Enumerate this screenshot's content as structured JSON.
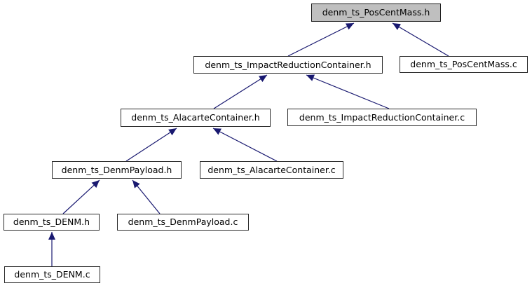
{
  "diagram": {
    "type": "include-dependency-graph",
    "description": "Files that include denm_ts_PosCentMass.h (Doxygen included-by graph)",
    "colors": {
      "edge": "#191970",
      "node_fill": "#ffffff",
      "node_border": "#2b2b2b",
      "highlight_fill": "#bfbfbf",
      "background": "#ffffff"
    },
    "nodes": [
      {
        "id": "denm_ts_PosCentMass_h",
        "label": "denm_ts_PosCentMass.h",
        "highlighted": true
      },
      {
        "id": "denm_ts_ImpactReductionContainer_h",
        "label": "denm_ts_ImpactReductionContainer.h",
        "highlighted": false
      },
      {
        "id": "denm_ts_PosCentMass_c",
        "label": "denm_ts_PosCentMass.c",
        "highlighted": false
      },
      {
        "id": "denm_ts_AlacarteContainer_h",
        "label": "denm_ts_AlacarteContainer.h",
        "highlighted": false
      },
      {
        "id": "denm_ts_ImpactReductionContainer_c",
        "label": "denm_ts_ImpactReductionContainer.c",
        "highlighted": false
      },
      {
        "id": "denm_ts_DenmPayload_h",
        "label": "denm_ts_DenmPayload.h",
        "highlighted": false
      },
      {
        "id": "denm_ts_AlacarteContainer_c",
        "label": "denm_ts_AlacarteContainer.c",
        "highlighted": false
      },
      {
        "id": "denm_ts_DENM_h",
        "label": "denm_ts_DENM.h",
        "highlighted": false
      },
      {
        "id": "denm_ts_DenmPayload_c",
        "label": "denm_ts_DenmPayload.c",
        "highlighted": false
      },
      {
        "id": "denm_ts_DENM_c",
        "label": "denm_ts_DENM.c",
        "highlighted": false
      }
    ],
    "edges": [
      {
        "from": "denm_ts_ImpactReductionContainer_h",
        "to": "denm_ts_PosCentMass_h"
      },
      {
        "from": "denm_ts_PosCentMass_c",
        "to": "denm_ts_PosCentMass_h"
      },
      {
        "from": "denm_ts_AlacarteContainer_h",
        "to": "denm_ts_ImpactReductionContainer_h"
      },
      {
        "from": "denm_ts_ImpactReductionContainer_c",
        "to": "denm_ts_ImpactReductionContainer_h"
      },
      {
        "from": "denm_ts_DenmPayload_h",
        "to": "denm_ts_AlacarteContainer_h"
      },
      {
        "from": "denm_ts_AlacarteContainer_c",
        "to": "denm_ts_AlacarteContainer_h"
      },
      {
        "from": "denm_ts_DENM_h",
        "to": "denm_ts_DenmPayload_h"
      },
      {
        "from": "denm_ts_DenmPayload_c",
        "to": "denm_ts_DenmPayload_h"
      },
      {
        "from": "denm_ts_DENM_c",
        "to": "denm_ts_DENM_h"
      }
    ]
  }
}
